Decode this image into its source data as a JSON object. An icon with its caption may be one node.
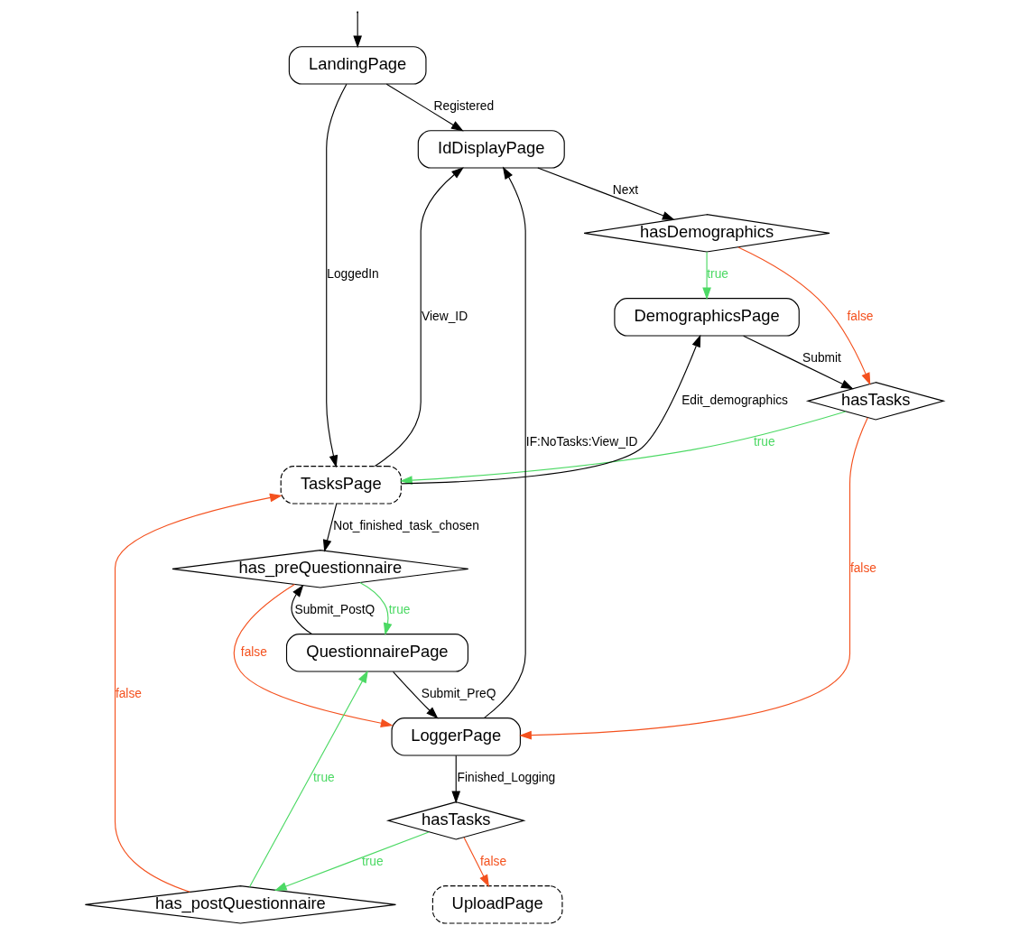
{
  "diagram": {
    "nodes": [
      {
        "text": [
          "IdDisplayPage"
        ]
      },
      {
        "text": [
          "LandingPage"
        ]
      },
      {
        "text": [
          "hasDemographics"
        ]
      },
      {
        "text": [
          "DemographicsPage"
        ]
      },
      {
        "text": [
          "hasTasks"
        ]
      },
      {
        "text": [
          "TasksPage"
        ]
      },
      {
        "text": [
          "has_preQuestionnaire"
        ]
      },
      {
        "text": [
          "QuestionnairePage"
        ]
      },
      {
        "text": [
          "LoggerPage"
        ]
      },
      {
        "text": [
          "has_postQuestionnaire"
        ]
      },
      {
        "text": [
          "hasTasks"
        ]
      },
      {
        "text": [
          "UploadPage"
        ]
      }
    ],
    "edges": [
      {
        "from": null,
        "to": 1,
        "arrow": "to"
      },
      {
        "from": 1,
        "to": 0,
        "arrow": "to",
        "label": "Registered"
      },
      {
        "from": 1,
        "to": 5,
        "arrow": "to",
        "label": "LoggedIn"
      },
      {
        "from": 0,
        "to": 2,
        "arrow": "to",
        "label": "Next"
      },
      {
        "from": 2,
        "to": 3,
        "arrow": "to",
        "label": "true",
        "color": "#4cd964"
      },
      {
        "from": 2,
        "to": 4,
        "arrow": "to",
        "label": "false",
        "color": "#f4511e"
      },
      {
        "from": 3,
        "to": 4,
        "arrow": "to",
        "label": "Submit"
      },
      {
        "from": 4,
        "to": 5,
        "arrow": "to",
        "label": "true",
        "color": "#4cd964"
      },
      {
        "from": 4,
        "to": 8,
        "arrow": "to",
        "label": "false",
        "color": "#f4511e"
      },
      {
        "from": 5,
        "to": 3,
        "arrow": "to",
        "label": "Edit_demographics"
      },
      {
        "from": 5,
        "to": 0,
        "arrow": "to",
        "label": "View_ID"
      },
      {
        "from": 5,
        "to": 6,
        "arrow": "to",
        "label": "Not_finished_task_chosen"
      },
      {
        "from": 6,
        "to": 7,
        "arrow": "to",
        "label": "true",
        "color": "#4cd964"
      },
      {
        "from": 6,
        "to": 8,
        "arrow": "to",
        "label": "false",
        "color": "#f4511e"
      },
      {
        "from": 7,
        "to": 6,
        "arrow": "to",
        "label": "Submit_PostQ"
      },
      {
        "from": 7,
        "to": 8,
        "arrow": "to",
        "label": "Submit_PreQ"
      },
      {
        "from": 8,
        "to": 0,
        "arrow": "to",
        "label": "IF:NoTasks:View_ID"
      },
      {
        "from": 8,
        "to": 10,
        "arrow": "to",
        "label": "Finished_Logging"
      },
      {
        "from": 10,
        "to": 9,
        "arrow": "to",
        "label": "true",
        "color": "#4cd964"
      },
      {
        "from": 10,
        "to": 11,
        "arrow": "to",
        "label": "false",
        "color": "#f4511e"
      },
      {
        "from": 9,
        "to": 7,
        "arrow": "to",
        "label": "true",
        "color": "#4cd964"
      },
      {
        "from": 9,
        "to": 5,
        "arrow": "to",
        "label": "false",
        "color": "#f4511e"
      }
    ]
  }
}
